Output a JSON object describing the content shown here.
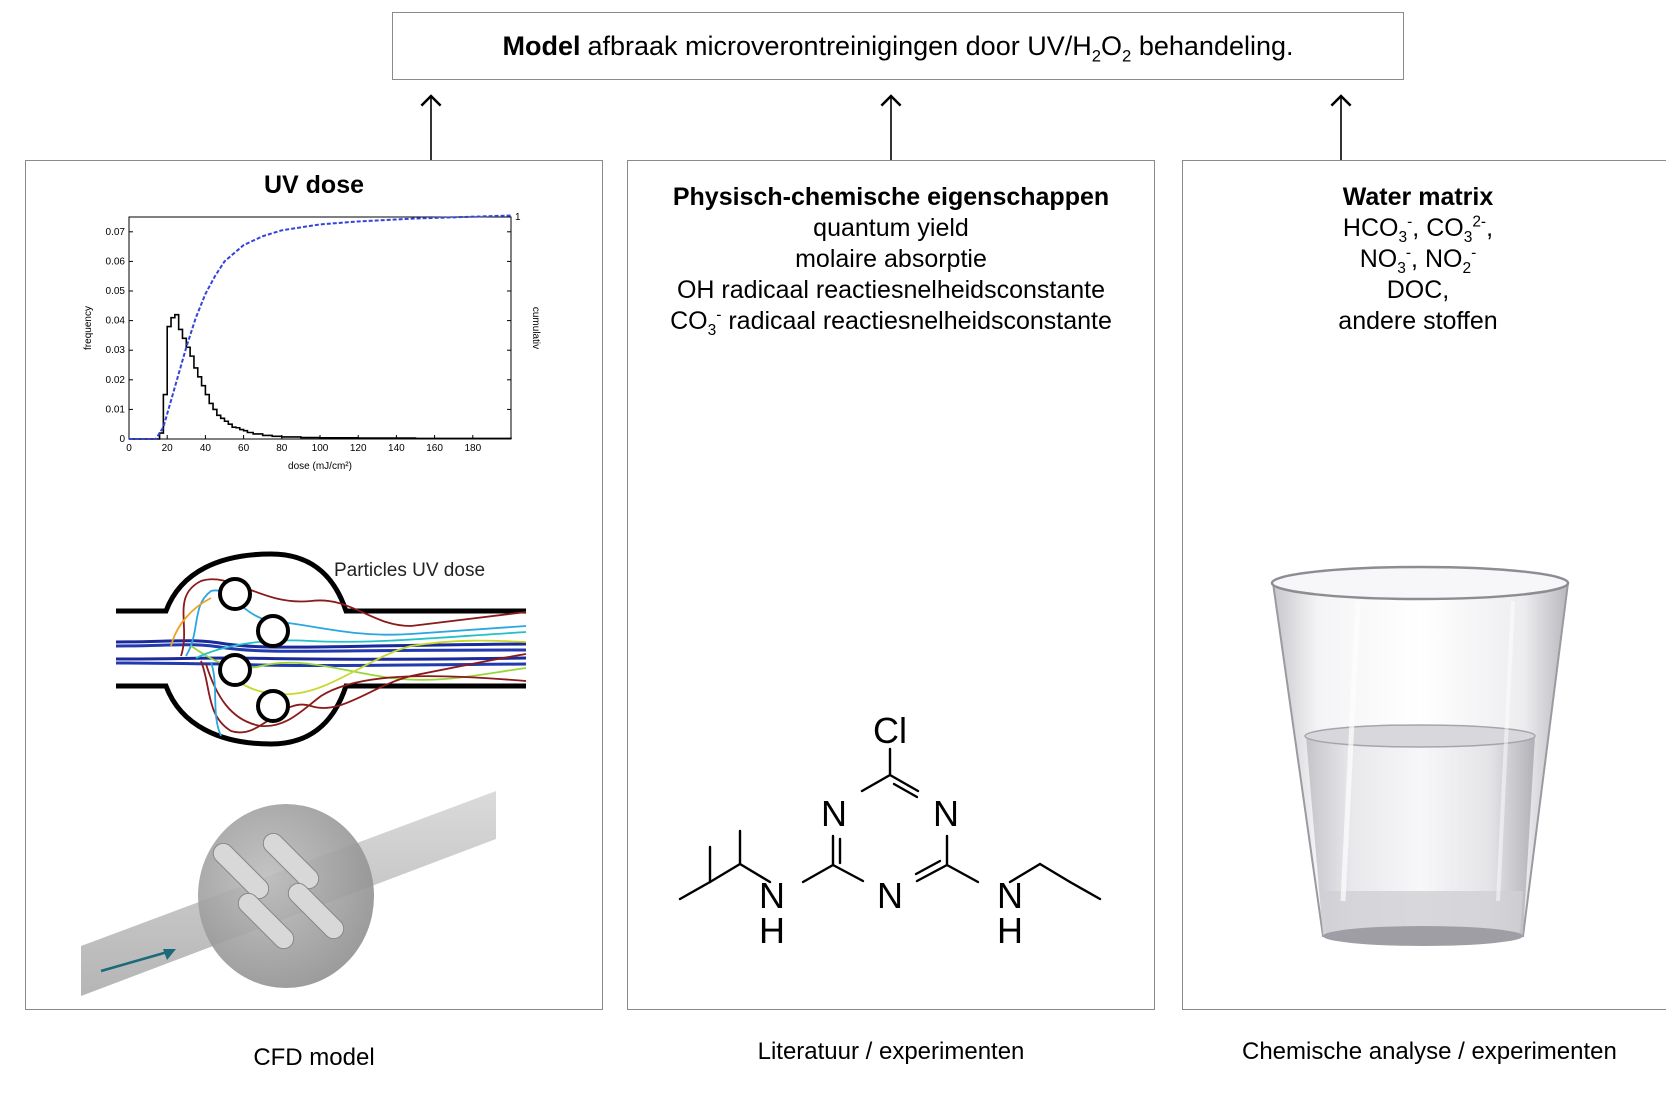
{
  "header": {
    "bold": "Model",
    "text_a": "afbraak microverontreinigingen door UV/H",
    "sub_a": "2",
    "text_b": "O",
    "sub_b": "2",
    "text_c": " behandeling."
  },
  "uv_panel": {
    "title": "UV dose",
    "particles_label": "Particles UV dose",
    "caption": "CFD model"
  },
  "phys_panel": {
    "title": "Physisch-chemische eigenschappen",
    "line1": "quantum yield",
    "line2": "molaire absorptie",
    "line3": "OH radicaal reactiesnelheidsconstante",
    "line4_a": "CO",
    "line4_sub": "3",
    "line4_sup": "-",
    "line4_b": " radicaal reactiesnelheidsconstante",
    "caption": "Literatuur / experimenten",
    "molecule": {
      "cl": "Cl",
      "n": "N",
      "h": "H"
    }
  },
  "water_panel": {
    "title": "Water matrix",
    "hco3": "HCO",
    "hco3_sub": "3",
    "hco3_sup": "-",
    "sep1": ", ",
    "co3": "CO",
    "co3_sub": "3",
    "co3_sup": "2-",
    "sep2": ",",
    "no3": "NO",
    "no3_sub": "3",
    "no3_sup": "-",
    "sep3": ", ",
    "no2": "NO",
    "no2_sub": "2",
    "no2_sup": "-",
    "doc": "DOC,",
    "andere": "andere stoffen",
    "caption": "Chemische analyse / experimenten"
  },
  "chart_data": {
    "type": "line",
    "xlabel": "dose (mJ/cm²)",
    "ylabel": "frequency",
    "y2label": "cumulativ",
    "xlim": [
      0,
      200
    ],
    "ylim": [
      0,
      0.075
    ],
    "x_ticks": [
      0,
      20,
      40,
      60,
      80,
      100,
      120,
      140,
      160,
      180
    ],
    "y_ticks": [
      0,
      0.01,
      0.02,
      0.03,
      0.04,
      0.05,
      0.06,
      0.07
    ],
    "y_tick_labels": [
      "0",
      "0.01",
      "0.02",
      "0.03",
      "0.04",
      "0.05",
      "0.06",
      "0.07"
    ],
    "y2_tick_label": "1",
    "grid": false,
    "series": [
      {
        "style": "step",
        "color": "#000000",
        "x": [
          0,
          14,
          16,
          18,
          20,
          22,
          24,
          26,
          28,
          30,
          32,
          34,
          36,
          38,
          40,
          42,
          44,
          46,
          48,
          50,
          52,
          54,
          56,
          58,
          60,
          62,
          65,
          70,
          75,
          80,
          90,
          100,
          120,
          150,
          200
        ],
        "y": [
          0,
          0,
          0.002,
          0.015,
          0.038,
          0.041,
          0.042,
          0.037,
          0.034,
          0.031,
          0.028,
          0.024,
          0.021,
          0.018,
          0.015,
          0.012,
          0.01,
          0.008,
          0.007,
          0.006,
          0.005,
          0.004,
          0.0038,
          0.0032,
          0.0028,
          0.0022,
          0.0017,
          0.0012,
          0.0009,
          0.0007,
          0.0005,
          0.0004,
          0.0003,
          0.0002,
          0.0001
        ]
      },
      {
        "style": "dashed",
        "color": "#3344dd",
        "x": [
          0,
          14,
          18,
          22,
          26,
          30,
          35,
          40,
          45,
          50,
          60,
          70,
          80,
          100,
          120,
          150,
          200
        ],
        "y": [
          0,
          0,
          0.004,
          0.013,
          0.022,
          0.031,
          0.041,
          0.049,
          0.055,
          0.06,
          0.0655,
          0.0685,
          0.0705,
          0.0725,
          0.0735,
          0.0745,
          0.0755
        ]
      }
    ]
  }
}
